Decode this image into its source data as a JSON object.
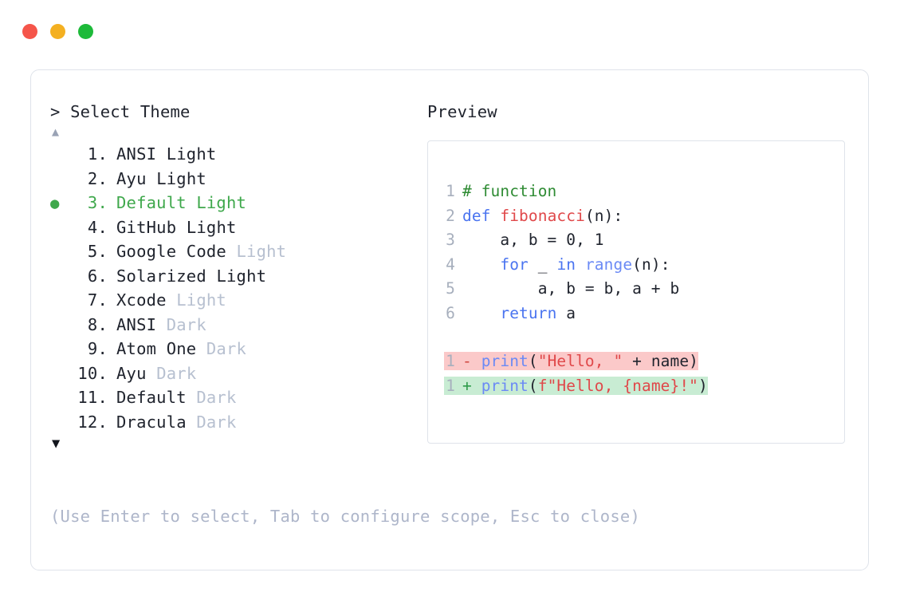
{
  "titlebar": {
    "buttons": [
      {
        "name": "close",
        "color": "#f5554a"
      },
      {
        "name": "minimize",
        "color": "#f4b021"
      },
      {
        "name": "maximize",
        "color": "#1dba39"
      }
    ]
  },
  "selector": {
    "prompt": "> Select Theme",
    "scroll_up": "▲",
    "scroll_down": "▼",
    "selected_index": 3,
    "bullet": "●",
    "items": [
      {
        "num": "1.",
        "name": "ANSI",
        "variant": "Light",
        "variant_dim": false,
        "selected": false
      },
      {
        "num": "2.",
        "name": "Ayu",
        "variant": "Light",
        "variant_dim": false,
        "selected": false
      },
      {
        "num": "3.",
        "name": "Default",
        "variant": "Light",
        "variant_dim": false,
        "selected": true
      },
      {
        "num": "4.",
        "name": "GitHub",
        "variant": "Light",
        "variant_dim": false,
        "selected": false
      },
      {
        "num": "5.",
        "name": "Google Code",
        "variant": "Light",
        "variant_dim": true,
        "selected": false
      },
      {
        "num": "6.",
        "name": "Solarized",
        "variant": "Light",
        "variant_dim": false,
        "selected": false
      },
      {
        "num": "7.",
        "name": "Xcode",
        "variant": "Light",
        "variant_dim": true,
        "selected": false
      },
      {
        "num": "8.",
        "name": "ANSI",
        "variant": "Dark",
        "variant_dim": true,
        "selected": false
      },
      {
        "num": "9.",
        "name": "Atom One",
        "variant": "Dark",
        "variant_dim": true,
        "selected": false
      },
      {
        "num": "10.",
        "name": "Ayu",
        "variant": "Dark",
        "variant_dim": true,
        "selected": false
      },
      {
        "num": "11.",
        "name": "Default",
        "variant": "Dark",
        "variant_dim": true,
        "selected": false
      },
      {
        "num": "12.",
        "name": "Dracula",
        "variant": "Dark",
        "variant_dim": true,
        "selected": false
      }
    ],
    "help": "(Use Enter to select, Tab to configure scope, Esc to close)"
  },
  "preview": {
    "label": "Preview",
    "code_lines": [
      {
        "ln": "1",
        "tokens": [
          {
            "t": "# function",
            "c": "t-comment"
          }
        ]
      },
      {
        "ln": "2",
        "tokens": [
          {
            "t": "def ",
            "c": "t-kw"
          },
          {
            "t": "fibonacci",
            "c": "t-fn"
          },
          {
            "t": "(n):",
            "c": "t-punct"
          }
        ]
      },
      {
        "ln": "3",
        "tokens": [
          {
            "t": "    a, b = ",
            "c": "t-plain"
          },
          {
            "t": "0",
            "c": "t-num"
          },
          {
            "t": ", ",
            "c": "t-plain"
          },
          {
            "t": "1",
            "c": "t-num"
          }
        ]
      },
      {
        "ln": "4",
        "tokens": [
          {
            "t": "    ",
            "c": "t-plain"
          },
          {
            "t": "for",
            "c": "t-kw"
          },
          {
            "t": " _ ",
            "c": "t-plain"
          },
          {
            "t": "in",
            "c": "t-kw"
          },
          {
            "t": " ",
            "c": "t-plain"
          },
          {
            "t": "range",
            "c": "t-builtin"
          },
          {
            "t": "(n):",
            "c": "t-punct"
          }
        ]
      },
      {
        "ln": "5",
        "tokens": [
          {
            "t": "        a, b = b, a + b",
            "c": "t-plain"
          }
        ]
      },
      {
        "ln": "6",
        "tokens": [
          {
            "t": "    ",
            "c": "t-plain"
          },
          {
            "t": "return",
            "c": "t-kw"
          },
          {
            "t": " a",
            "c": "t-plain"
          }
        ]
      }
    ],
    "diff_lines": [
      {
        "ln": "1",
        "sign": "-",
        "kind": "del",
        "tokens": [
          {
            "t": "print",
            "c": "t-builtin"
          },
          {
            "t": "(",
            "c": "t-punct"
          },
          {
            "t": "\"Hello, \"",
            "c": "t-str"
          },
          {
            "t": " + name)",
            "c": "t-plain"
          }
        ]
      },
      {
        "ln": "1",
        "sign": "+",
        "kind": "add",
        "tokens": [
          {
            "t": "print",
            "c": "t-builtin"
          },
          {
            "t": "(",
            "c": "t-punct"
          },
          {
            "t": "f\"Hello, {name}!\"",
            "c": "t-str"
          },
          {
            "t": ")",
            "c": "t-punct"
          }
        ]
      }
    ]
  },
  "colors": {
    "accent_green": "#3fa84c",
    "text": "#20242e",
    "dim": "#b7c0d0",
    "help": "#aeb6ca",
    "border": "#dfe3ea",
    "diff_del_bg": "#fbc9c9",
    "diff_add_bg": "#c8ecd3"
  }
}
